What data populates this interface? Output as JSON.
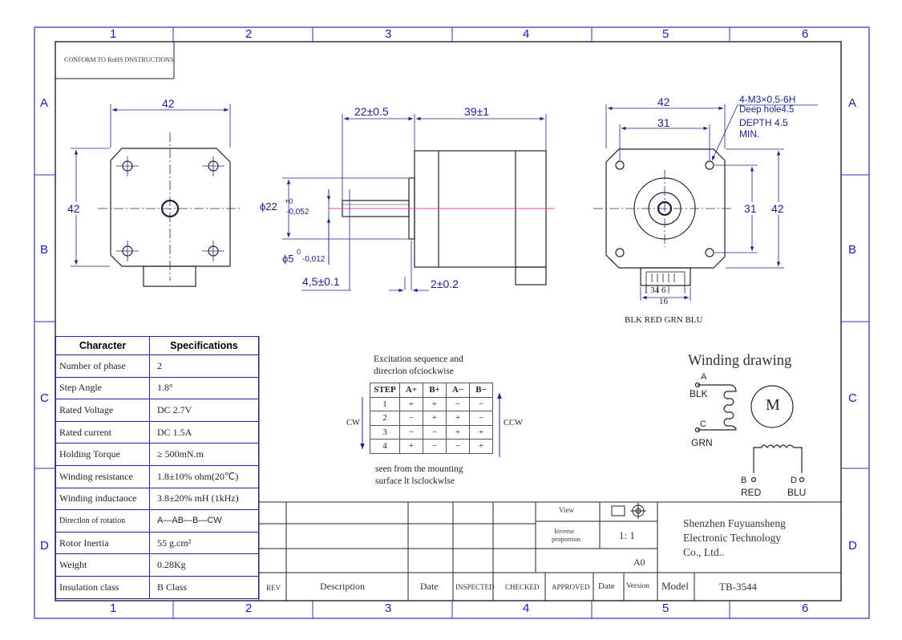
{
  "frame": {
    "col_labels": [
      "1",
      "2",
      "3",
      "4",
      "5",
      "6"
    ],
    "row_labels": [
      "A",
      "B",
      "C",
      "D"
    ],
    "note": "CONFORM TO RoHS DNSTRUCTIONS"
  },
  "dims": {
    "front_width": "42",
    "front_height": "42",
    "side_shaft_length": "22±0.5",
    "side_body_length": "39±1",
    "boss_dia_base": "ϕ22",
    "boss_dia_upper_tol": "+0",
    "boss_dia_lower_tol": "-0,052",
    "shaft_dia_base": "ϕ5",
    "shaft_dia_upper_tol": "0",
    "shaft_dia_lower_tol": "-0,012",
    "flat_length": "4,5±0.1",
    "flange_thickness": "2±0.2",
    "rear_width": "42",
    "rear_hole_spacing_x": "31",
    "rear_hole_spacing_y": "31",
    "rear_height": "42",
    "thread_note": "4-M3×0.5-6H",
    "deep_hole": "Deep hole4.5",
    "depth": "DEPTH 4.5",
    "min": "MIN.",
    "connector_pins": "1  34  6",
    "connector_width": "16",
    "wire_colors": "BLK RED GRN BLU"
  },
  "specs": {
    "headers": [
      "Character",
      "Specifications"
    ],
    "rows": [
      {
        "k": "Number of phase",
        "v": "2"
      },
      {
        "k": "Step Angle",
        "v": "1.8°"
      },
      {
        "k": "Rated Voltage",
        "v": "DC  2.7V"
      },
      {
        "k": "Rated current",
        "v": "DC  1.5A"
      },
      {
        "k": "Holding Torque",
        "v": "≥ 500mN.m"
      },
      {
        "k": "Winding resistance",
        "v": "1.8±10% ohm(20℃)"
      },
      {
        "k": "Winding inductaoce",
        "v": "3.8±20% mH (1kHz)"
      },
      {
        "k": "Directlon of rotation",
        "v": "A—AB—B—CW"
      },
      {
        "k": "Rotor Inertia",
        "v": "55 g.cm²"
      },
      {
        "k": "Weight",
        "v": "0.28Kg"
      },
      {
        "k": "Insulation class",
        "v": "B Class"
      }
    ]
  },
  "excitation": {
    "title_line1": "Excitation sequence and",
    "title_line2": "direcrion ofciockwise",
    "headers": [
      "STEP",
      "A+",
      "B+",
      "A−",
      "B−"
    ],
    "rows": [
      [
        "1",
        "+",
        "+",
        "−",
        "−"
      ],
      [
        "2",
        "−",
        "+",
        "+",
        "−"
      ],
      [
        "3",
        "−",
        "−",
        "+",
        "+"
      ],
      [
        "4",
        "+",
        "−",
        "−",
        "+"
      ]
    ],
    "cw": "CW",
    "ccw": "CCW",
    "footer_line1": "seen from the mounting",
    "footer_line2": "surface lt lsclockwlse"
  },
  "winding": {
    "title": "Winding drawing",
    "motor_label": "M",
    "a": "A",
    "blk": "BLK",
    "c": "C",
    "grn": "GRN",
    "b": "B",
    "red": "RED",
    "d": "D",
    "blu": "BLU"
  },
  "title_block": {
    "view": "View",
    "inverse_line1": "Inverse",
    "inverse_line2": "proportion",
    "scale": "1: 1",
    "size": "A0",
    "company_line1": "Shenzhen Fuyuansheng",
    "company_line2": "Electronic Technology",
    "company_line3": "Co., Ltd..",
    "rev": "REV",
    "description": "Description",
    "date": "Date",
    "inspected": "INSPECTED",
    "checked": "CHECKED",
    "approved": "APPROVED",
    "date2": "Date",
    "version": "Version",
    "model_label": "Model",
    "model_value": "TB-3544"
  },
  "colors": {
    "frame": "#2a2ab0",
    "centerline": "#e040c0",
    "dim": "#1f1f8f"
  }
}
